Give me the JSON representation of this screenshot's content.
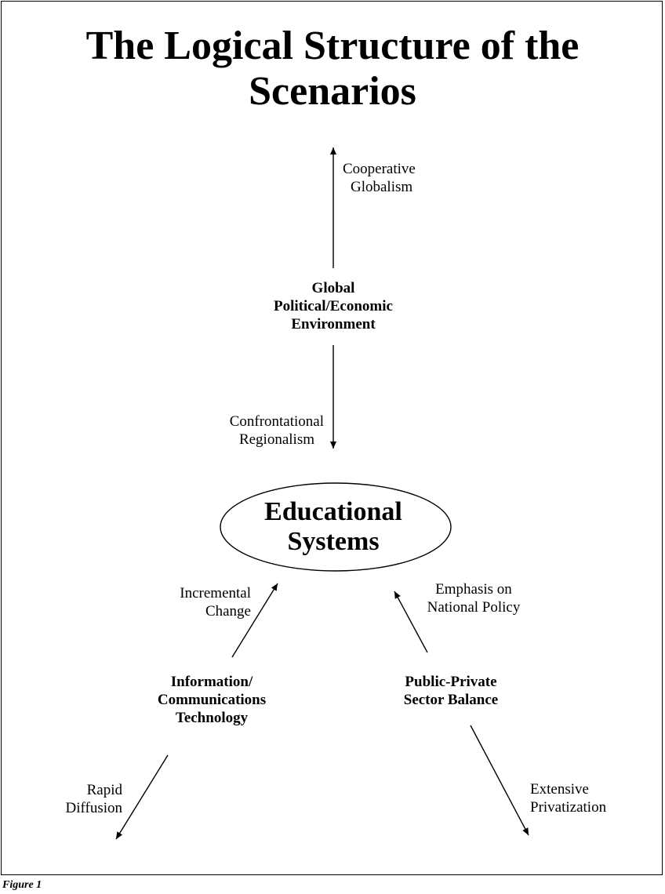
{
  "title": {
    "line1": "The Logical Structure of the",
    "line2": "Scenarios"
  },
  "nodes": {
    "global": [
      "Global",
      "Political/Economic",
      "Environment"
    ],
    "center": [
      "Educational",
      "Systems"
    ],
    "ict": [
      "Information/",
      "Communications",
      "Technology"
    ],
    "ppsb": [
      "Public-Private",
      "Sector Balance"
    ]
  },
  "labels": {
    "cooperative": [
      "Cooperative",
      "Globalism"
    ],
    "confrontational": [
      "Confrontational",
      "Regionalism"
    ],
    "incremental": [
      "Incremental",
      "Change"
    ],
    "emphasis": [
      "Emphasis on",
      "National Policy"
    ],
    "rapid": [
      "Rapid",
      "Diffusion"
    ],
    "extensive": [
      "Extensive",
      "Privatization"
    ]
  },
  "caption": "Figure 1"
}
